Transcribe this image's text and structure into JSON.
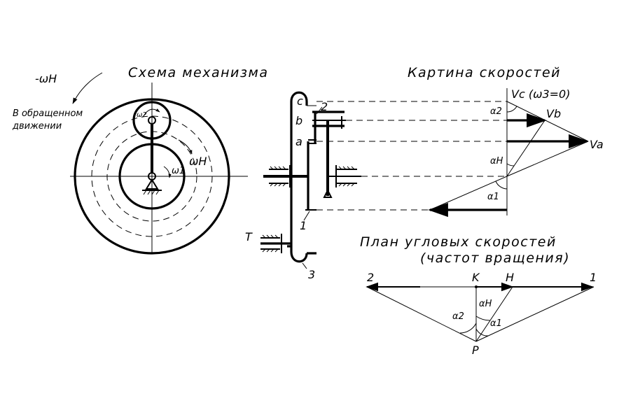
{
  "left": {
    "title": "Схема механизма",
    "rotation_note_symbol": "-ωH",
    "rotation_note_line1": "В обращенном",
    "rotation_note_line2": "движении",
    "omega_2": "ω2",
    "omega_h": "ωH",
    "omega_1": "ω1"
  },
  "middle": {
    "point_c": "c",
    "point_b": "b",
    "point_a": "a",
    "gear_2": "2",
    "gear_1": "1",
    "gear_3": "3",
    "label_t": "T"
  },
  "velocity_picture": {
    "title": "Картина скоростей",
    "vc": "Vc (ω3=0)",
    "vb": "Vb",
    "va": "Va",
    "alpha_2": "α2",
    "alpha_h": "αH",
    "alpha_1": "α1"
  },
  "angular_plan": {
    "title_line1": "План угловых скоростей",
    "title_line2": "(частот вращения)",
    "pt_2": "2",
    "pt_k": "K",
    "pt_h": "H",
    "pt_1": "1",
    "pt_p": "P",
    "alpha_h": "αH",
    "alpha_2": "α2",
    "alpha_1": "α1"
  }
}
